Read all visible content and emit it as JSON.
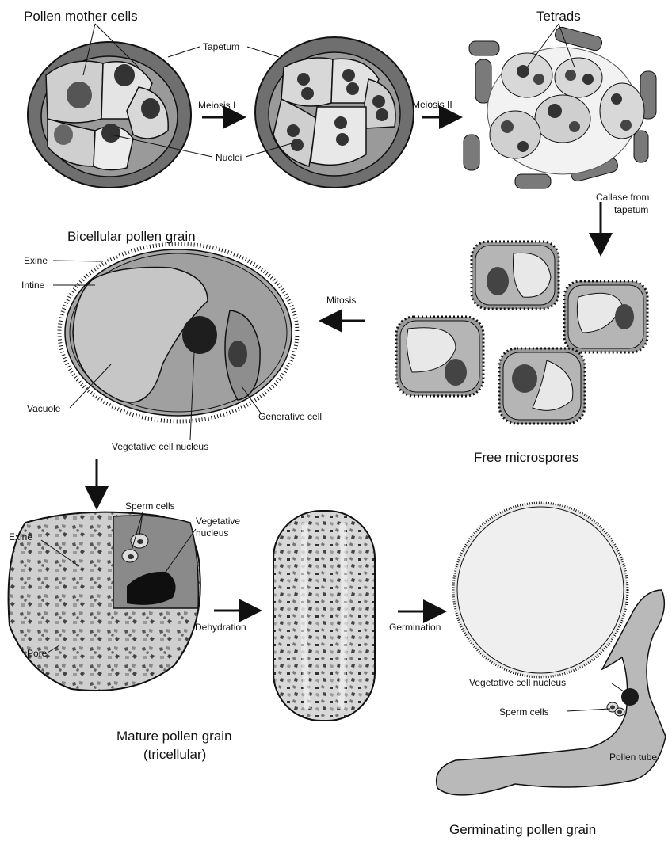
{
  "labels": {
    "pollen_mother_cells": "Pollen mother cells",
    "tetrads": "Tetrads",
    "tapetum": "Tapetum",
    "meiosis_1": "Meiosis I",
    "meiosis_2": "Meiosis II",
    "nuclei": "Nuclei",
    "callase_line1": "Callase from",
    "callase_line2": "tapetum",
    "bicellular_pollen_grain": "Bicellular pollen grain",
    "exine": "Exine",
    "intine": "Intine",
    "mitosis": "Mitosis",
    "vacuole": "Vacuole",
    "generative_cell": "Generative cell",
    "vegetative_cell_nucleus": "Vegetative cell nucleus",
    "free_microspores": "Free microspores",
    "sperm_cells": "Sperm cells",
    "vegetative_nucleus_line1": "Vegetative",
    "vegetative_nucleus_line2": "nucleus",
    "exine_mature": "Exine",
    "dehydration": "Dehydration",
    "germination": "Germination",
    "pore": "Pore",
    "mature_line1": "Mature pollen grain",
    "mature_line2": "(tricellular)",
    "vegetative_cell_nucleus_germ": "Vegetative cell nucleus",
    "sperm_cells_germ": "Sperm cells",
    "pollen_tube": "Pollen tube",
    "germinating_pollen_grain": "Germinating pollen grain"
  },
  "colors": {
    "tapetum_fill": "#6f6f6f",
    "cell_fill": "#bdbdbd",
    "light_fill": "#e6e6e6",
    "nucleus_fill": "#333333",
    "outline": "#111111"
  }
}
